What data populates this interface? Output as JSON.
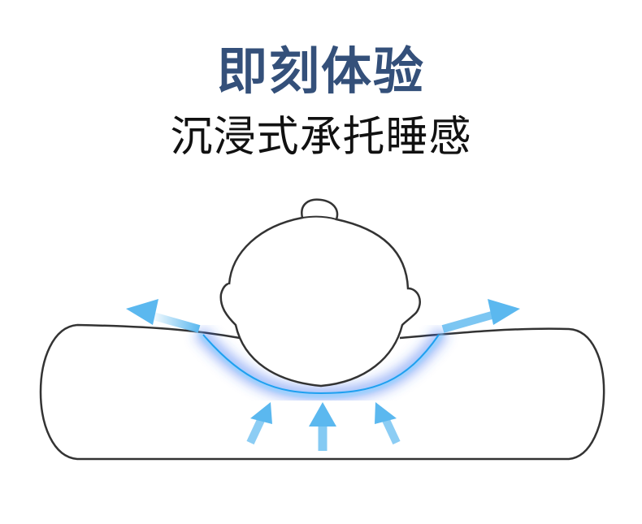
{
  "header": {
    "title": "即刻体验",
    "subtitle": "沉浸式承托睡感"
  },
  "colors": {
    "title": "#34507a",
    "subtitle": "#111111",
    "arrow": "#5bb8ef",
    "glow": "#3a7cf0",
    "outline": "#333333"
  },
  "illustration": {
    "icon_names": [
      "pillow-outline",
      "head-outline",
      "support-glow-curve",
      "up-arrow",
      "side-arrow"
    ]
  }
}
